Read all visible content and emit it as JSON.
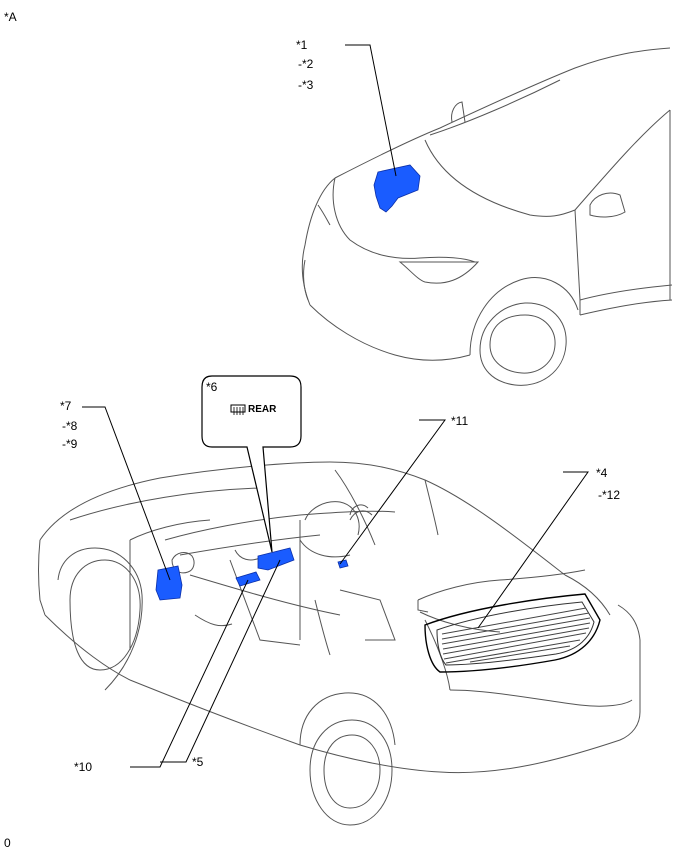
{
  "view_label": "*A",
  "image_code": "0",
  "callouts": {
    "c1": "*1",
    "c2": "-*2",
    "c3": "-*3",
    "c4": "*4",
    "c5": "*5",
    "c6": "*6",
    "c7": "*7",
    "c8": "-*8",
    "c9": "-*9",
    "c10": "*10",
    "c11": "*11",
    "c12": "-*12"
  },
  "switch_label": "REAR",
  "switch_icon": "rear-defogger-icon",
  "colors": {
    "highlight": "#1a5cff",
    "outline": "#555555",
    "leader": "#000000"
  }
}
